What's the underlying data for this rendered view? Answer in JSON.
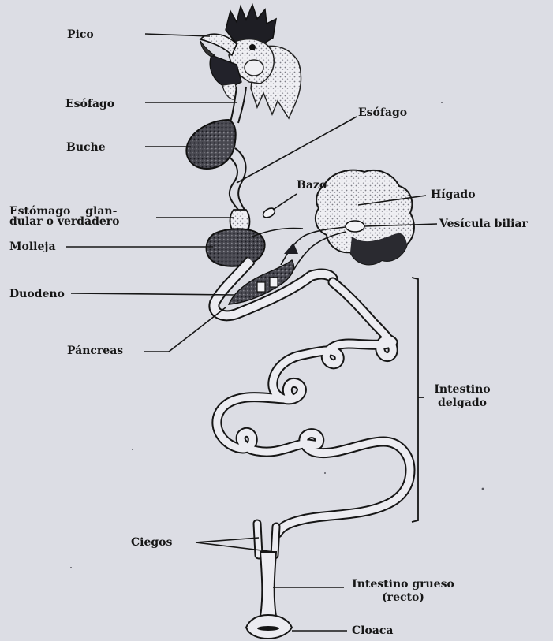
{
  "labels": {
    "pico": "Pico",
    "esofago_left": "Esófago",
    "buche": "Buche",
    "esofago_right": "Esófago",
    "bazo": "Bazo",
    "higado": "Hígado",
    "estomago_line1": "Estómago glan-",
    "estomago_line2": "dular o verdadero",
    "vesicula": "Vesícula biliar",
    "molleja": "Molleja",
    "duodeno": "Duodeno",
    "pancreas": "Páncreas",
    "intestino_delgado_line1": "Intestino",
    "intestino_delgado_line2": "delgado",
    "ciegos": "Ciegos",
    "intestino_grueso_line1": "Intestino grueso",
    "intestino_grueso_line2": "(recto)",
    "cloaca": "Cloaca"
  },
  "colors": {
    "background": "#dcdde4",
    "ink": "#161616",
    "stipple": "#9a9aa2"
  }
}
